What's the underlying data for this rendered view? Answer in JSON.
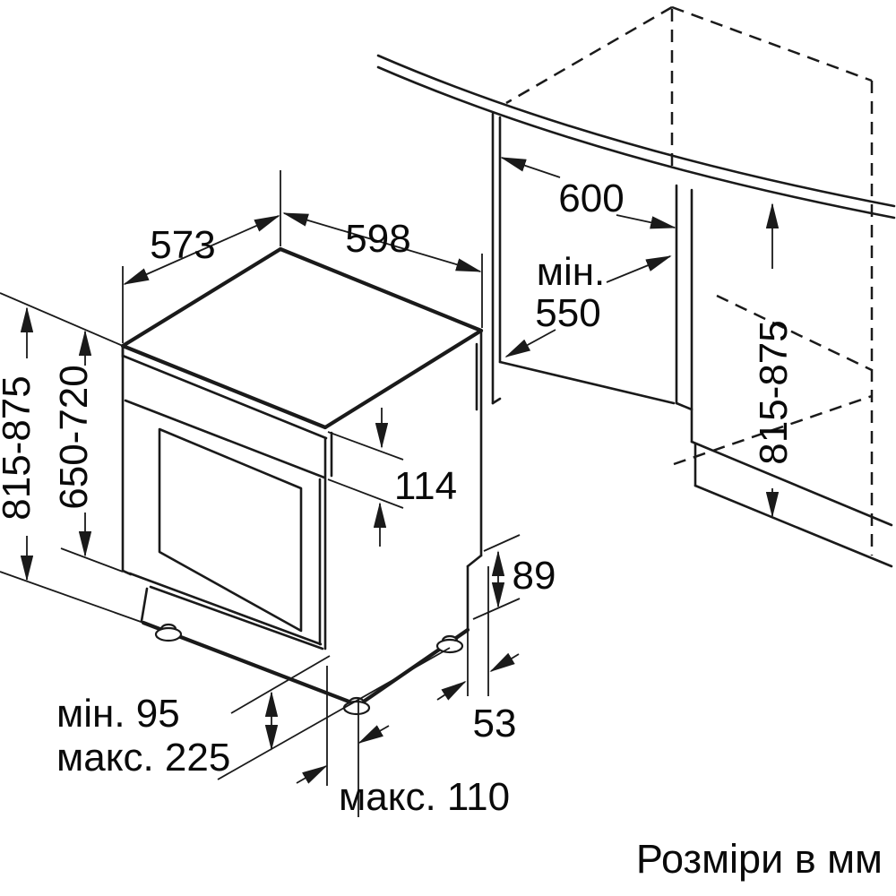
{
  "drawing": {
    "type": "appliance-installation-diagram",
    "subject": "built-under dishwasher with niche dimensions",
    "unit_note": "Розміри в мм",
    "colors": {
      "line": "#1a1a1a",
      "background": "#ffffff"
    },
    "dimensions": {
      "top_depth": "573",
      "top_width": "598",
      "niche_width": "600",
      "niche_depth_prefix": "мін.",
      "niche_depth_value": "550",
      "appliance_total_height": "815-875",
      "appliance_body_height": "650-720",
      "niche_height": "815-875",
      "control_panel_height": "114",
      "rear_recess_height": "89",
      "rear_foot_offset": "53",
      "plinth_min": "мін. 95",
      "plinth_max": "макс. 225",
      "front_foot_offset_max": "макс. 110"
    }
  }
}
